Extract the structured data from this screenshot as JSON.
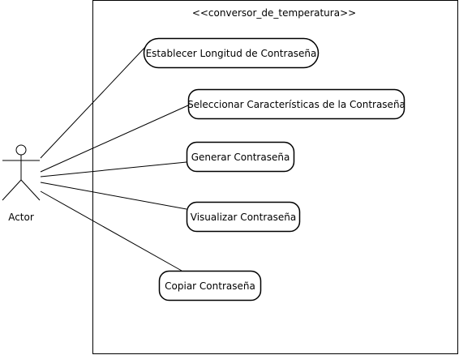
{
  "system": {
    "title": "<<conversor_de_temperatura>>"
  },
  "actor": {
    "name": "Actor"
  },
  "use_cases": [
    {
      "label": "Establecer Longitud de Contraseña"
    },
    {
      "label": "Seleccionar Características de la Contraseña"
    },
    {
      "label": "Generar Contraseña"
    },
    {
      "label": "Visualizar Contraseña"
    },
    {
      "label": "Copiar Contraseña"
    }
  ]
}
